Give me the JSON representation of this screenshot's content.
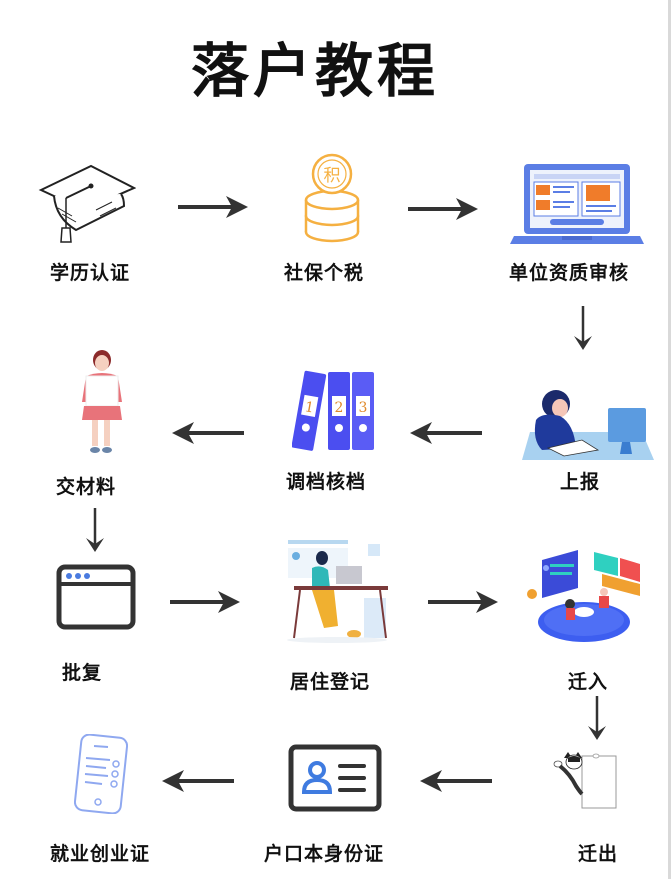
{
  "title": "落户教程",
  "steps": [
    {
      "label": "学历认证",
      "icon": "graduation-cap-icon"
    },
    {
      "label": "社保个税",
      "icon": "coin-stack-icon",
      "badge": "积"
    },
    {
      "label": "单位资质审核",
      "icon": "laptop-mail-icon"
    },
    {
      "label": "上报",
      "icon": "woman-writing-at-computer-icon"
    },
    {
      "label": "调档核档",
      "icon": "binders-icon",
      "binder_numbers": [
        "1",
        "2",
        "3"
      ]
    },
    {
      "label": "交材料",
      "icon": "woman-holding-paper-icon"
    },
    {
      "label": "批复",
      "icon": "browser-window-icon"
    },
    {
      "label": "居住登记",
      "icon": "woman-at-desk-icon"
    },
    {
      "label": "迁入",
      "icon": "meeting-platform-icon"
    },
    {
      "label": "迁出",
      "icon": "cat-with-sign-icon"
    },
    {
      "label": "户口本身份证",
      "icon": "id-card-icon"
    },
    {
      "label": "就业创业证",
      "icon": "smartphone-icon"
    }
  ],
  "colors": {
    "arrow": "#333333",
    "coin": "#f5b041",
    "laptop": "#5b7ee5",
    "mail": "#f07c2a",
    "binder": "#4b4ef0",
    "blue_accent": "#3f7be0",
    "pink": "#e8737a"
  }
}
